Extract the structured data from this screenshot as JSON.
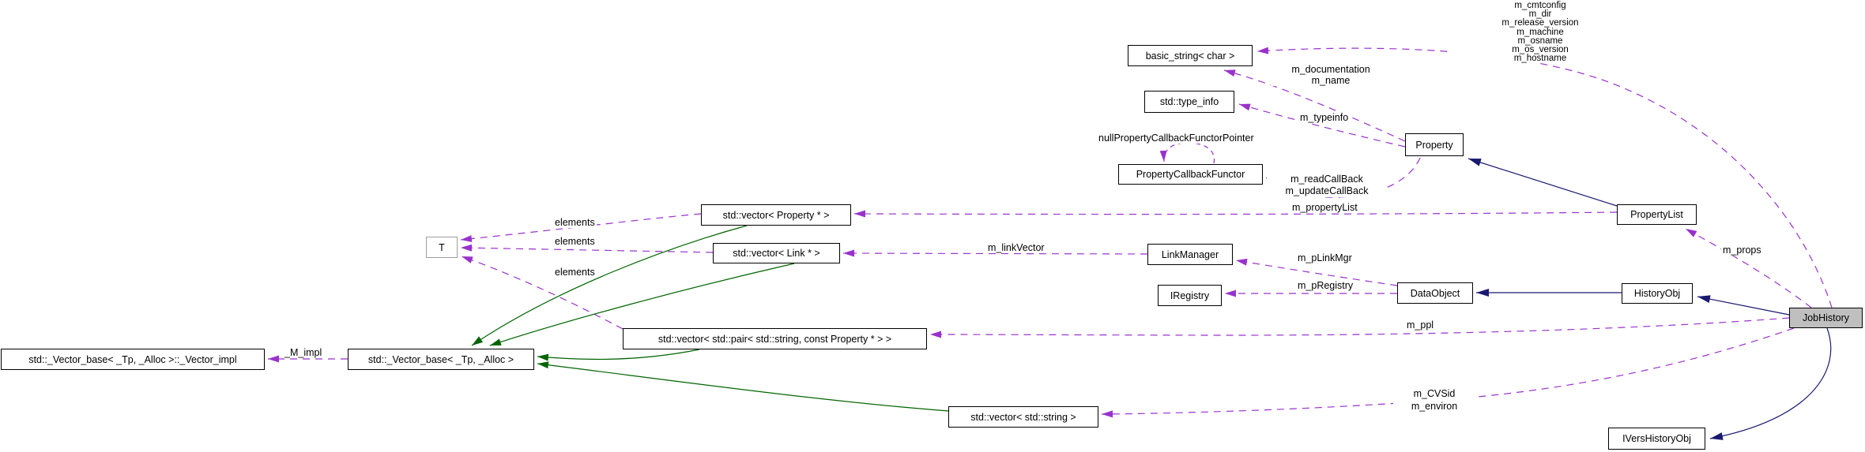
{
  "diagram_type": "doxygen-collaboration-graph",
  "accent_colors": {
    "usage_edge": "#9932cc",
    "inheritance_edge": "#191970",
    "protected_inheritance_edge": "#006400",
    "highlight_node_fill": "#bfbfbf"
  },
  "nodes": {
    "basicString": {
      "label": "basic_string< char >"
    },
    "typeInfo": {
      "label": "std::type_info"
    },
    "propertyCallbackFunctor": {
      "label": "PropertyCallbackFunctor"
    },
    "property": {
      "label": "Property"
    },
    "propertyList": {
      "label": "PropertyList"
    },
    "vectorProperty": {
      "label": "std::vector< Property * >"
    },
    "vectorLink": {
      "label": "std::vector< Link * >"
    },
    "t": {
      "label": "T"
    },
    "linkManager": {
      "label": "LinkManager"
    },
    "iRegistry": {
      "label": "IRegistry"
    },
    "dataObject": {
      "label": "DataObject"
    },
    "historyObj": {
      "label": "HistoryObj"
    },
    "jobHistory": {
      "label": "JobHistory"
    },
    "vectorPair": {
      "label": "std::vector< std::pair< std::string, const Property * > >"
    },
    "vectorBaseImpl": {
      "label": "std::_Vector_base< _Tp, _Alloc >::_Vector_impl"
    },
    "vectorBase": {
      "label": "std::_Vector_base< _Tp, _Alloc >"
    },
    "vectorString": {
      "label": "std::vector< std::string >"
    },
    "iVersHistoryObj": {
      "label": "IVersHistoryObj"
    }
  },
  "edge_labels": {
    "jobhistory_strings": [
      "m_cmtconfig",
      "m_dir",
      "m_release_version",
      "m_machine",
      "m_osname",
      "m_os_version",
      "m_hostname"
    ],
    "property_strings": [
      "m_documentation",
      "m_name"
    ],
    "m_typeinfo": "m_typeinfo",
    "null_functor_pointer": "nullPropertyCallbackFunctorPointer",
    "property_callbacks": [
      "m_readCallBack",
      "m_updateCallBack"
    ],
    "m_propertyList": "m_propertyList",
    "m_props": "m_props",
    "m_linkVector": "m_linkVector",
    "m_pLinkMgr": "m_pLinkMgr",
    "m_pRegistry": "m_pRegistry",
    "m_ppl": "m_ppl",
    "jobhistory_vectors": [
      "m_CVSid",
      "m_environ"
    ],
    "elements": "elements",
    "m_impl": "_M_impl"
  }
}
